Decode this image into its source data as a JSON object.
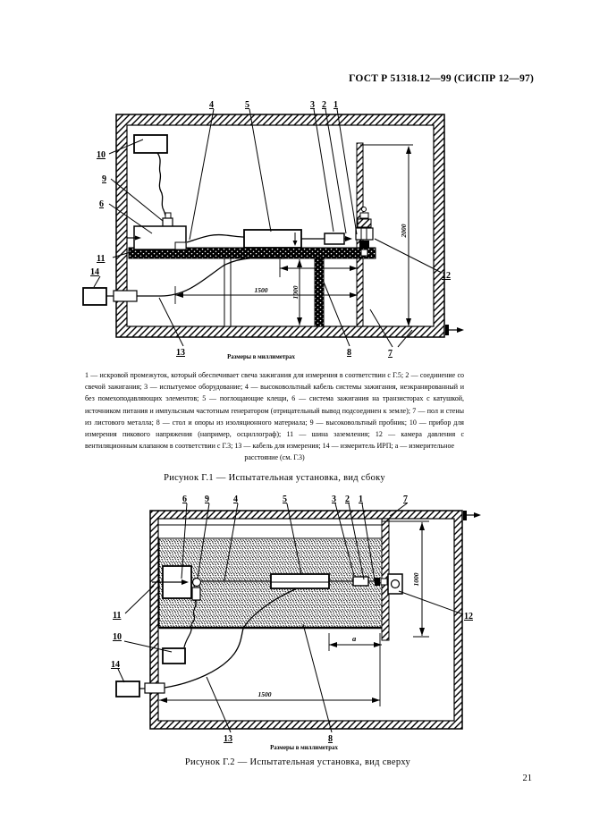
{
  "page": {
    "header": "ГОСТ Р 51318.12—99 (СИСПР 12—97)",
    "page_number": "21"
  },
  "callouts": {
    "c1": "1",
    "c2": "2",
    "c3": "3",
    "c4": "4",
    "c5": "5",
    "c6": "6",
    "c7": "7",
    "c8": "8",
    "c9": "9",
    "c10": "10",
    "c11": "11",
    "c12": "12",
    "c13": "13",
    "c14": "14",
    "a": "а"
  },
  "fig1": {
    "units_note": "Размеры в миллиметрах",
    "caption": "Рисунок Г.1 — Испытательная установка, вид сбоку",
    "dims": {
      "table_width": "1500",
      "table_height": "1000",
      "wall_height": "2000"
    }
  },
  "fig2": {
    "units_note": "Размеры в миллиметрах",
    "caption": "Рисунок Г.2 — Испытательная установка, вид сверху",
    "dims": {
      "table_width": "1500",
      "room_depth": "1000"
    }
  },
  "legend": {
    "body": "1 — искровой промежуток, который обеспечивает свеча зажигания для измерения в соответствии с Г.5; 2 — соединение со свечой зажигания; 3 — испытуемое оборудование; 4 — высоковольтный кабель системы зажигания, неэкранированный и без помехоподавляющих элементов; 5 — поглощающие клещи, 6 — система зажигания на транзисторах с катушкой, источником питания и импульсным частотным генератором (отрицательный вывод подсоединен к земле); 7 — пол и стены из листового металла; 8 — стол и опоры из изоляционного материала; 9 — высоковольтный пробник; 10 — прибор для измерения пикового напряжения (например, осциллограф); 11 — шина заземления; 12 — камера давления с вентиляционным клапаном в соответствии с Г.3; 13 — кабель для измерения; 14 — измеритель ИРП; а — измерительное",
    "tail": "расстояние (см. Г.3)"
  }
}
